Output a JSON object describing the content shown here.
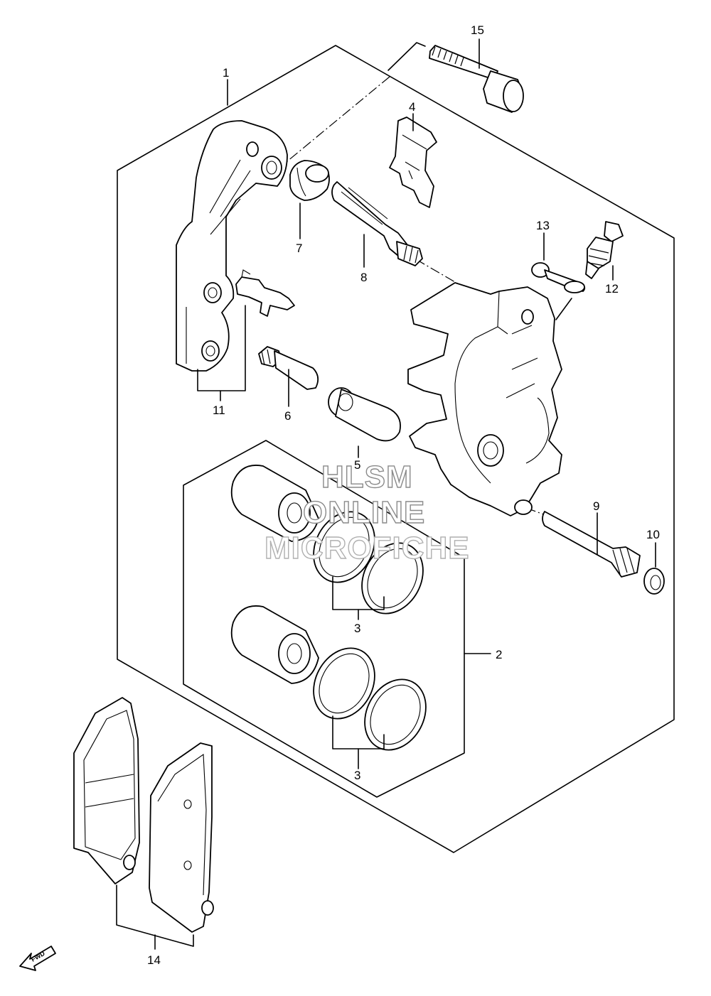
{
  "callouts": [
    {
      "id": "1",
      "label": "1"
    },
    {
      "id": "2",
      "label": "2"
    },
    {
      "id": "3a",
      "label": "3"
    },
    {
      "id": "3b",
      "label": "3"
    },
    {
      "id": "4",
      "label": "4"
    },
    {
      "id": "5",
      "label": "5"
    },
    {
      "id": "6",
      "label": "6"
    },
    {
      "id": "7",
      "label": "7"
    },
    {
      "id": "8",
      "label": "8"
    },
    {
      "id": "9",
      "label": "9"
    },
    {
      "id": "10",
      "label": "10"
    },
    {
      "id": "11",
      "label": "11"
    },
    {
      "id": "12",
      "label": "12"
    },
    {
      "id": "13",
      "label": "13"
    },
    {
      "id": "14",
      "label": "14"
    },
    {
      "id": "15",
      "label": "15"
    }
  ],
  "watermark": {
    "line1": "HLSM",
    "line2": "ONLINE",
    "line3": "MICROFICHE"
  },
  "direction_arrow": {
    "label": "FWD"
  }
}
